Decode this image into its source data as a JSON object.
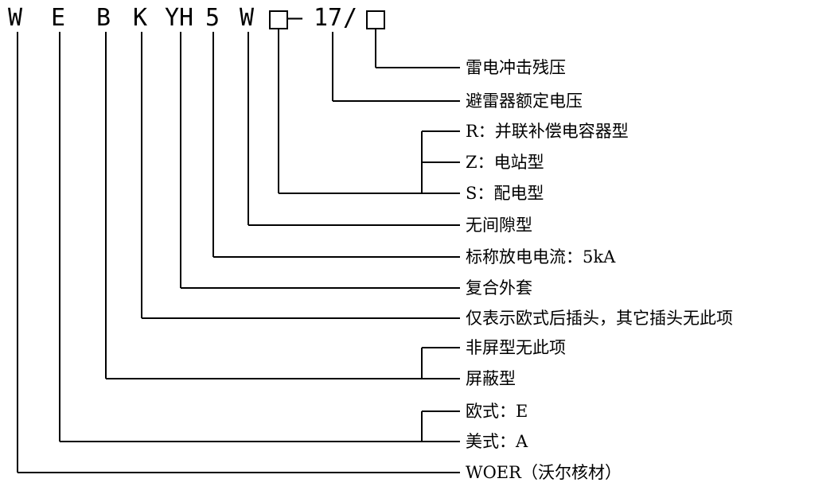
{
  "page": {
    "background_color": "#ffffff",
    "line_color": "#000000",
    "description": "型号命名说明图 (model designation explanation diagram)"
  },
  "code": {
    "segments": [
      "W",
      "E",
      "B",
      "K",
      "YH",
      "5",
      "W"
    ],
    "placeholder_box": "□",
    "separator_dash": "—",
    "rated_voltage_value": "17",
    "separator_slash": "/"
  },
  "callouts": [
    "雷电冲击残压",
    "避雷器额定电压",
    "R：并联补偿电容器型",
    "Z：电站型",
    "S：配电型",
    "无间隙型",
    "标称放电电流：5kA",
    "复合外套",
    "仅表示欧式后插头，其它插头无此项",
    "非屏型无此项",
    "屏蔽型",
    "欧式：E",
    "美式：A",
    "WOER（沃尔核材）"
  ]
}
